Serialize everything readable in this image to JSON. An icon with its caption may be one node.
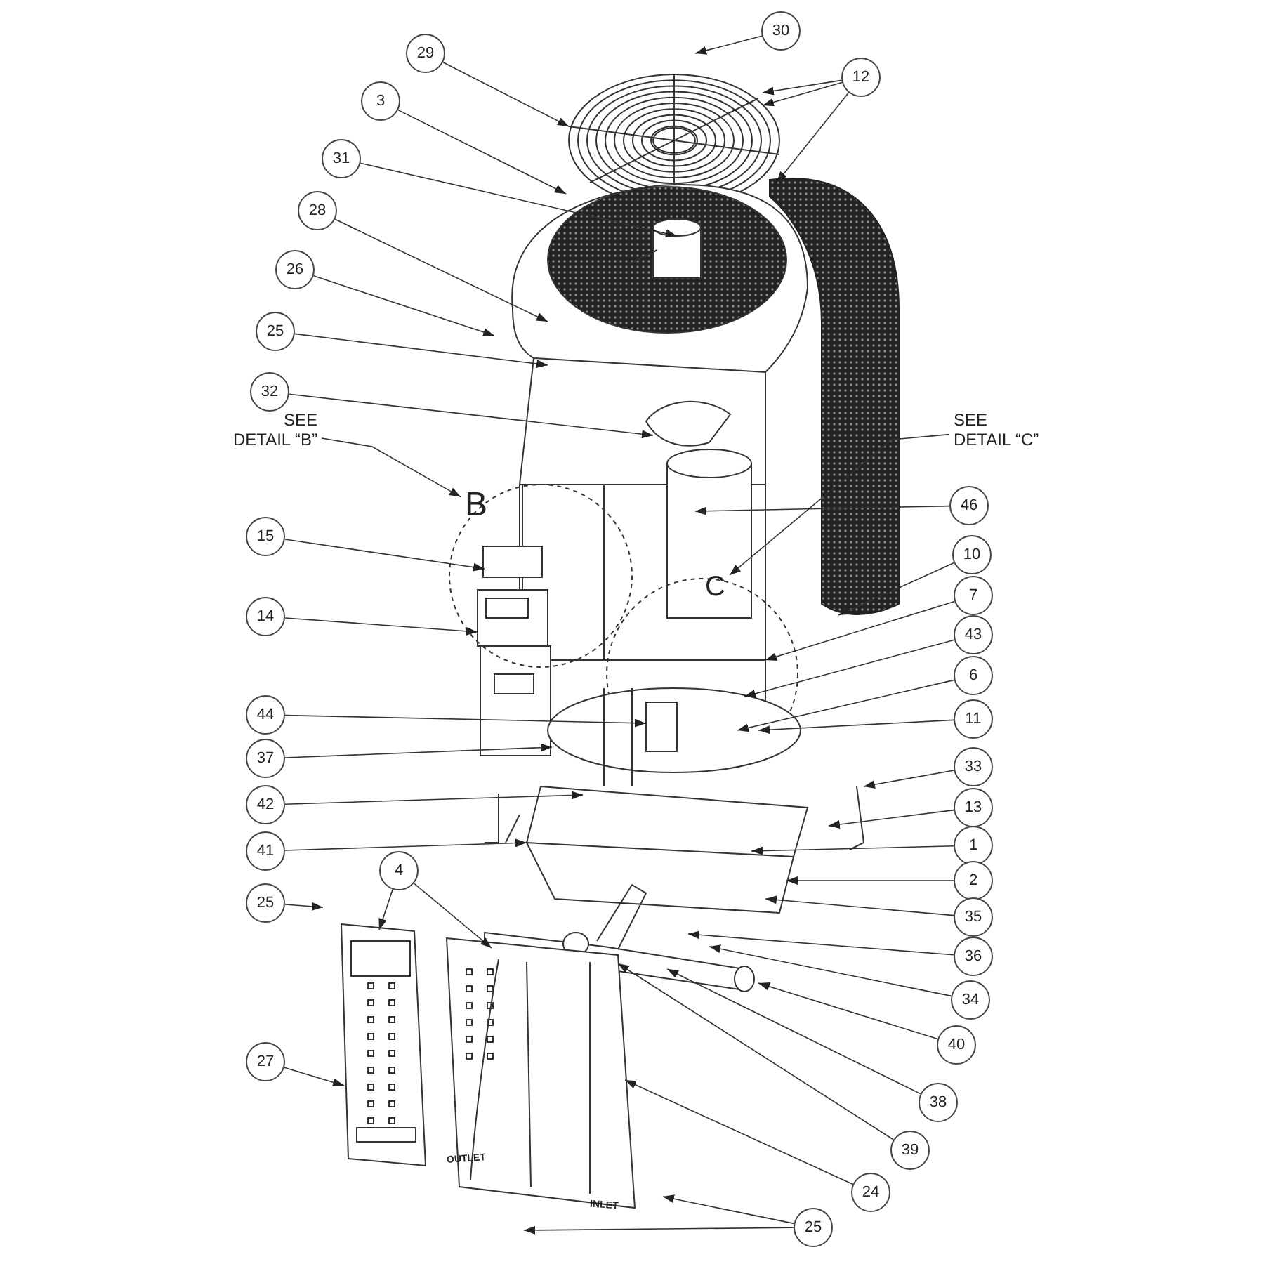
{
  "diagram": {
    "nodes": [
      {
        "text": [
          "30"
        ]
      },
      {
        "text": [
          "29"
        ]
      },
      {
        "text": [
          "12"
        ]
      },
      {
        "text": [
          "3"
        ]
      },
      {
        "text": [
          "31"
        ]
      },
      {
        "text": [
          "28"
        ]
      },
      {
        "text": [
          "26"
        ]
      },
      {
        "text": [
          "25"
        ]
      },
      {
        "text": [
          "32"
        ]
      },
      {
        "text": [
          "SEE DETAIL “B”"
        ]
      },
      {
        "text": [
          "SEE DETAIL “C”"
        ]
      },
      {
        "text": [
          "B"
        ]
      },
      {
        "text": [
          "46"
        ]
      },
      {
        "text": [
          "15"
        ]
      },
      {
        "text": [
          "10"
        ]
      },
      {
        "text": [
          "C"
        ]
      },
      {
        "text": [
          "7"
        ]
      },
      {
        "text": [
          "43"
        ]
      },
      {
        "text": [
          "14"
        ]
      },
      {
        "text": [
          "6"
        ]
      },
      {
        "text": [
          "44"
        ]
      },
      {
        "text": [
          "11"
        ]
      },
      {
        "text": [
          "37"
        ]
      },
      {
        "text": [
          "33"
        ]
      },
      {
        "text": [
          "42"
        ]
      },
      {
        "text": [
          "13"
        ]
      },
      {
        "text": [
          "41"
        ]
      },
      {
        "text": [
          "1"
        ]
      },
      {
        "text": [
          "2"
        ]
      },
      {
        "text": [
          "25"
        ]
      },
      {
        "text": [
          "4"
        ]
      },
      {
        "text": [
          "35"
        ]
      },
      {
        "text": [
          "36"
        ]
      },
      {
        "text": [
          "34"
        ]
      },
      {
        "text": [
          "40"
        ]
      },
      {
        "text": [
          "27"
        ]
      },
      {
        "text": [
          "38"
        ]
      },
      {
        "text": [
          "39"
        ]
      },
      {
        "text": [
          "24"
        ]
      },
      {
        "text": [
          "25"
        ]
      }
    ],
    "edges": [
      {
        "from": 0,
        "to": null,
        "arrow": "to"
      },
      {
        "from": 1,
        "to": null,
        "arrow": "to"
      },
      {
        "from": 2,
        "to": null,
        "arrow": "to"
      },
      {
        "from": 2,
        "to": null,
        "arrow": "to"
      },
      {
        "from": 2,
        "to": null,
        "arrow": "to"
      },
      {
        "from": 3,
        "to": null,
        "arrow": "to"
      },
      {
        "from": 4,
        "to": null,
        "arrow": "to"
      },
      {
        "from": 5,
        "to": null,
        "arrow": "to"
      },
      {
        "from": 6,
        "to": null,
        "arrow": "to"
      },
      {
        "from": 7,
        "to": null,
        "arrow": "to"
      },
      {
        "from": 8,
        "to": null,
        "arrow": "to"
      },
      {
        "from": 9,
        "to": 11,
        "arrow": "to"
      },
      {
        "from": 10,
        "to": 15,
        "arrow": "to"
      },
      {
        "from": 12,
        "to": null,
        "arrow": "to"
      },
      {
        "from": 13,
        "to": null,
        "arrow": "to"
      },
      {
        "from": 14,
        "to": null,
        "arrow": "to"
      },
      {
        "from": 16,
        "to": null,
        "arrow": "to"
      },
      {
        "from": 17,
        "to": null,
        "arrow": "to"
      },
      {
        "from": 18,
        "to": null,
        "arrow": "to"
      },
      {
        "from": 19,
        "to": null,
        "arrow": "to"
      },
      {
        "from": 20,
        "to": null,
        "arrow": "to"
      },
      {
        "from": 21,
        "to": null,
        "arrow": "to"
      },
      {
        "from": 22,
        "to": null,
        "arrow": "to"
      },
      {
        "from": 23,
        "to": null,
        "arrow": "to"
      },
      {
        "from": 24,
        "to": null,
        "arrow": "to"
      },
      {
        "from": 25,
        "to": null,
        "arrow": "to"
      },
      {
        "from": 26,
        "to": null,
        "arrow": "to"
      },
      {
        "from": 27,
        "to": null,
        "arrow": "to"
      },
      {
        "from": 28,
        "to": null,
        "arrow": "to"
      },
      {
        "from": 29,
        "to": null,
        "arrow": "to"
      },
      {
        "from": 30,
        "to": null,
        "arrow": "to"
      },
      {
        "from": 30,
        "to": null,
        "arrow": "to"
      },
      {
        "from": 31,
        "to": null,
        "arrow": "to"
      },
      {
        "from": 32,
        "to": null,
        "arrow": "to"
      },
      {
        "from": 33,
        "to": null,
        "arrow": "to"
      },
      {
        "from": 34,
        "to": null,
        "arrow": "to"
      },
      {
        "from": 35,
        "to": null,
        "arrow": "to"
      },
      {
        "from": 36,
        "to": null,
        "arrow": "to"
      },
      {
        "from": 37,
        "to": null,
        "arrow": "to"
      },
      {
        "from": 38,
        "to": null,
        "arrow": "to"
      },
      {
        "from": 39,
        "to": null,
        "arrow": "to"
      },
      {
        "from": 39,
        "to": null,
        "arrow": "to"
      }
    ],
    "labels": [
      "OUTLET",
      "INLET"
    ]
  }
}
